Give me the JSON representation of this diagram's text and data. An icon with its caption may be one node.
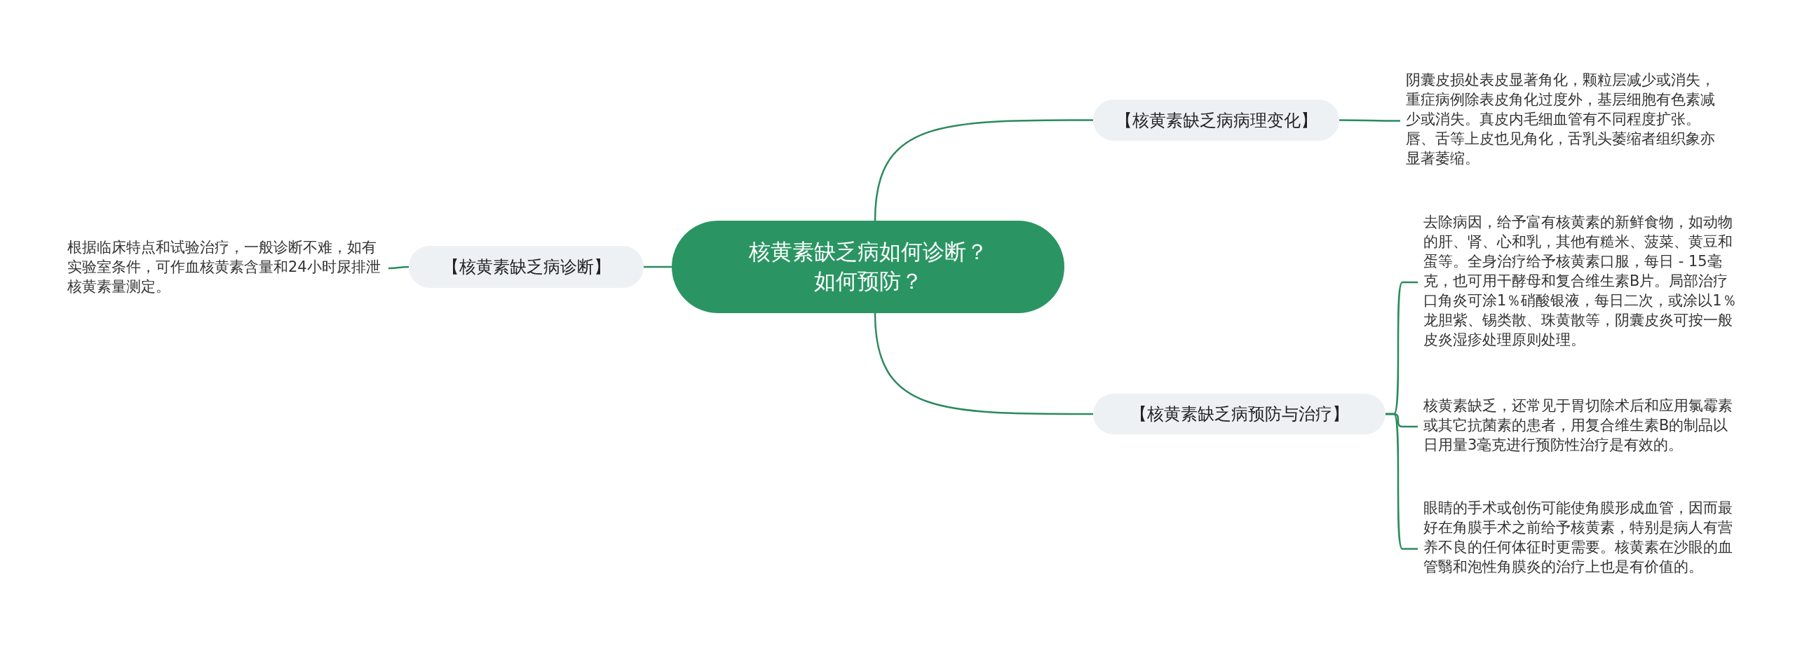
{
  "diagram": {
    "nodes": [
      {
        "text": [
          "核黄素缺乏病如何诊断？如何预防？"
        ]
      },
      {
        "text": [
          "【核黄素缺乏病病理变化】"
        ]
      },
      {
        "text": [
          "阴囊皮损处表皮显著角化，颗粒层减少或消失，重症病例除表皮角化过度外，基层细胞有色素减少或消失。真皮内毛细血管有不同程度扩张。唇、舌等上皮也见角化，舌乳头萎缩者组织象亦显著萎缩。"
        ]
      },
      {
        "text": [
          "【核黄素缺乏病诊断】"
        ]
      },
      {
        "text": [
          "根据临床特点和试验治疗，一般诊断不难，如有实验室条件，可作血核黄素含量和24小时尿排泄核黄素量测定。"
        ]
      },
      {
        "text": [
          "【核黄素缺乏病预防与治疗】"
        ]
      },
      {
        "text": [
          "去除病因，给予富有核黄素的新鲜食物，如动物的肝、肾、心和乳，其他有糙米、菠菜、黄豆和蛋等。全身治疗给予核黄素口服，每日 - 15毫克，也可用干酵母和复合维生素B片。局部治疗口角炎可涂1％硝酸银液，每日二次，或涂以1％龙胆紫、锡类散、珠黄散等，阴囊皮炎可按一般皮炎湿疹处理原则处理。"
        ]
      },
      {
        "text": [
          "核黄素缺乏，还常见于胃切除术后和应用氯霉素或其它抗菌素的患者，用复合维生素B的制品以日用量3毫克进行预防性治疗是有效的。"
        ]
      },
      {
        "text": [
          "眼睛的手术或创伤可能使角膜形成血管，因而最好在角膜手术之前给予核黄素，特别是病人有营养不良的任何体征时更需要。核黄素在沙眼的血管翳和泡性角膜炎的治疗上也是有价值的。"
        ]
      }
    ],
    "edges": [
      {
        "from": 0,
        "to": 1,
        "arrow": "none"
      },
      {
        "from": 1,
        "to": 2,
        "arrow": "none"
      },
      {
        "from": 0,
        "to": 3,
        "arrow": "none"
      },
      {
        "from": 3,
        "to": 4,
        "arrow": "none"
      },
      {
        "from": 0,
        "to": 5,
        "arrow": "none"
      },
      {
        "from": 5,
        "to": 6,
        "arrow": "none"
      },
      {
        "from": 5,
        "to": 7,
        "arrow": "none"
      },
      {
        "from": 5,
        "to": 8,
        "arrow": "none"
      }
    ]
  }
}
